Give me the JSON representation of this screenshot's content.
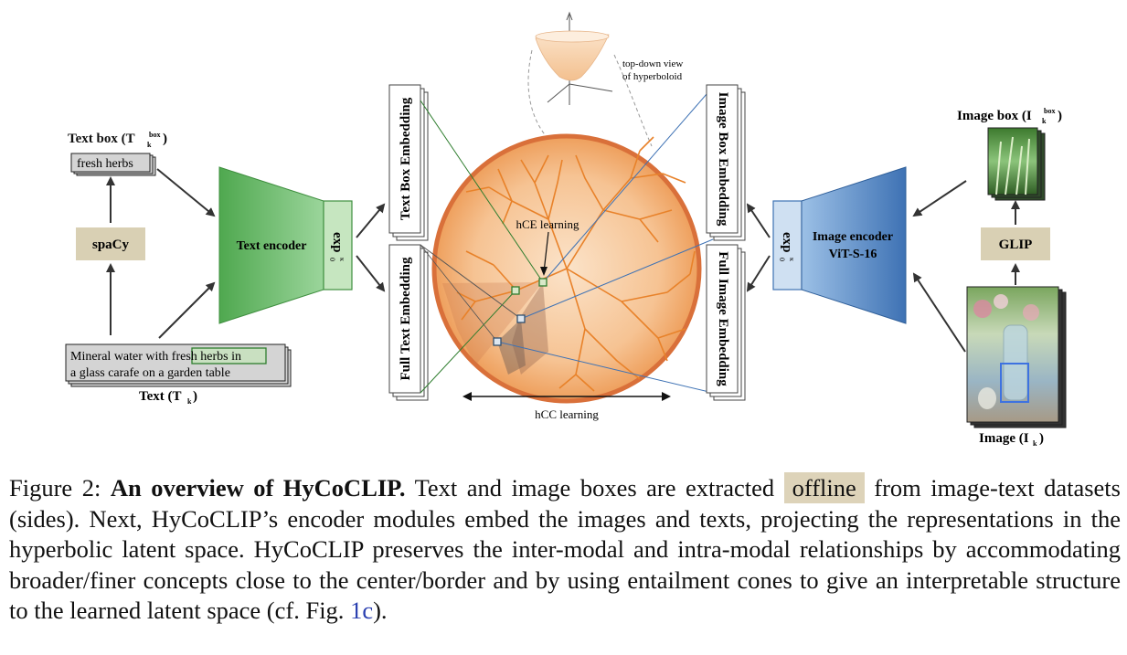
{
  "figure": {
    "text_box_label": "Text box (T",
    "text_box_sup": "box",
    "text_box_sub": "k",
    "text_box_word": "fresh herbs",
    "spacy": "spaCy",
    "text_line1_before": "Mineral water with ",
    "text_line1_highlight": "fresh herbs",
    "text_line1_after": " in",
    "text_line2": "a glass carafe on a garden table",
    "text_label": "Text (T",
    "text_label_sub": "k",
    "text_encoder": "Text encoder",
    "exp_text": "exp",
    "exp_sub": "0",
    "exp_sup": "κ",
    "text_box_embedding": "Text Box Embedding",
    "full_text_embedding": "Full Text Embedding",
    "top_down_line1": "top-down view",
    "top_down_line2": "of hyperboloid",
    "hce_learning": "hCE learning",
    "hcc_learning": "hCC learning",
    "image_box_embedding": "Image Box Embedding",
    "full_image_embedding": "Full Image Embedding",
    "image_encoder_line1": "Image encoder",
    "image_encoder_line2": "ViT-S-16",
    "glip": "GLIP",
    "image_box_label": "Image box (I",
    "image_box_sup": "box",
    "image_box_sub": "k",
    "image_label": "Image (I",
    "image_label_sub": "k"
  },
  "caption": {
    "prefix": "Figure 2: ",
    "title": "An overview of HyCoCLIP.",
    "part1": " Text and image boxes are extracted ",
    "highlight": "offline",
    "part2": " from image-text datasets (sides). Next, HyCoCLIP’s encoder modules embed the images and texts, projecting the representations in the hyperbolic latent space. HyCoCLIP preserves the inter-modal and intra-modal relationships by accommodating broader/finer concepts close to the center/border and by using entailment cones to give an interpretable structure to the learned latent space (cf. Fig. ",
    "ref": "1c",
    "suffix": ")."
  },
  "colors": {
    "text_encoder_green": "#5cb85c",
    "image_encoder_blue": "#4a7fc0",
    "disk_orange": "#f0b27a",
    "disk_border": "#d9703a",
    "tree_orange": "#e8822a",
    "tan_box": "#d9d0b4",
    "caption_highlight": "#ddd3b9"
  },
  "icons": [
    "hyperboloid-illustration",
    "image-box-photo",
    "image-photo",
    "exp-map-block"
  ]
}
